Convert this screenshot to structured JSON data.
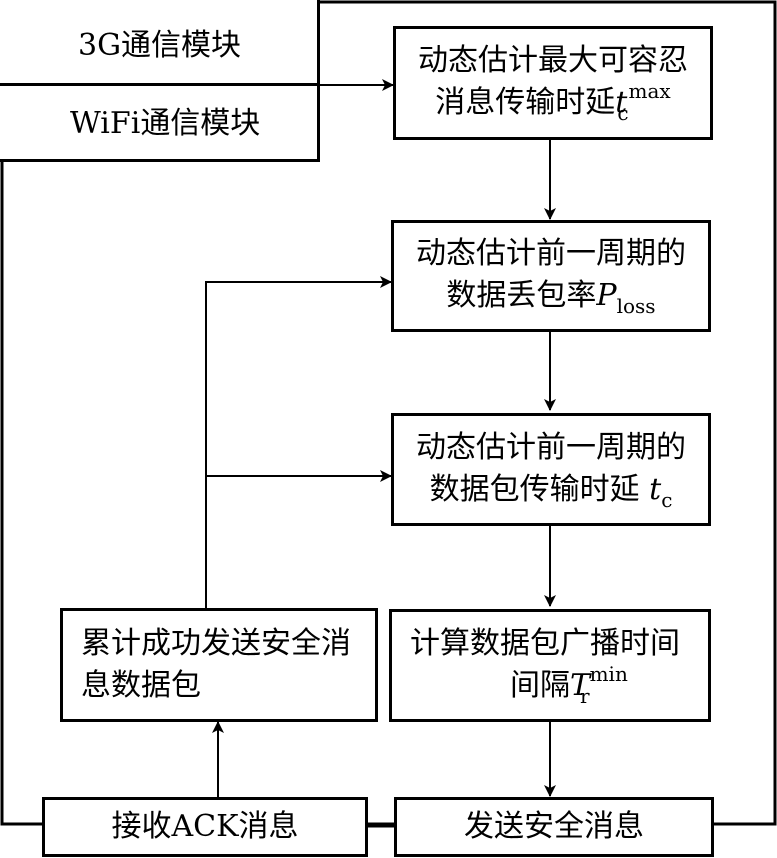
{
  "modules": {
    "g3": "3G通信模块",
    "wifi": "WiFi通信模块"
  },
  "boxes": {
    "tc_max": {
      "line1": "动态估计最大可容忍",
      "line2": "消息传输时延",
      "sym": "t",
      "sub": "c",
      "sup": "max"
    },
    "ploss": {
      "line1": "动态估计前一周期的",
      "line2": "数据丢包率",
      "sym": "P",
      "sub": "loss"
    },
    "tc": {
      "line1": "动态估计前一周期的",
      "line2": "数据包传输时延",
      "sym": "t",
      "sub": "c"
    },
    "tr_min": {
      "line1": "计算数据包广播时间",
      "line2": "间隔",
      "sym": "T",
      "sub": "r",
      "sup": "min"
    },
    "send": "发送安全消息",
    "receive_ack": "接收ACK消息",
    "accumulate": {
      "line1": "累计成功发送安全消",
      "line2": "息数据包"
    }
  }
}
